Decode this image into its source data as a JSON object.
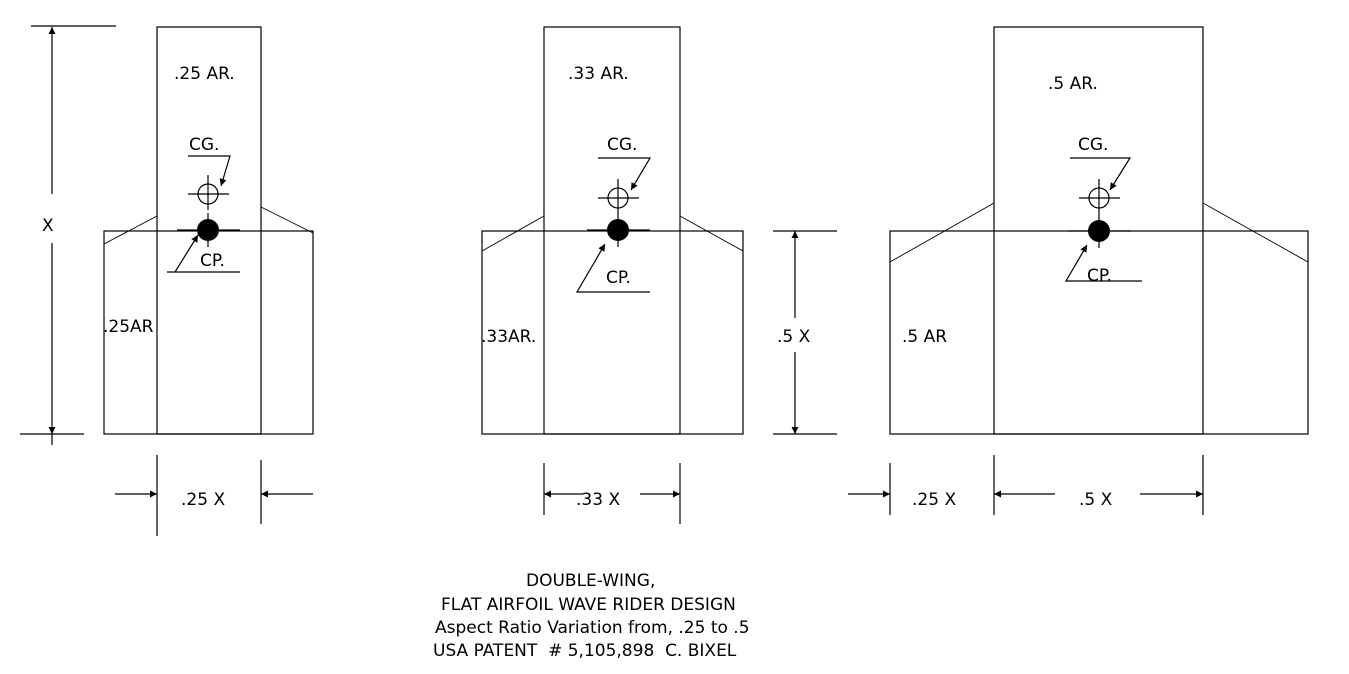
{
  "wings": [
    {
      "fuselage_label": ".25 AR.",
      "wing_label": ".25AR",
      "cg_label": "CG.",
      "cp_label": "CP.",
      "width_label": ".25 X"
    },
    {
      "fuselage_label": ".33 AR.",
      "wing_label": ".33AR.",
      "cg_label": "CG.",
      "cp_label": "CP.",
      "width_label": ".33 X"
    },
    {
      "fuselage_label": ".5 AR.",
      "wing_label": ".5 AR",
      "cg_label": "CG.",
      "cp_label": "CP.",
      "width_label": ".5 X",
      "side_width_label": ".25 X"
    }
  ],
  "height_label": "X",
  "wing_height_label": ".5 X",
  "title": {
    "line1": "DOUBLE-WING,",
    "line2": "FLAT AIRFOIL WAVE RIDER DESIGN",
    "line3": "Aspect Ratio Variation from, .25 to .5",
    "line4": "USA PATENT  # 5,105,898  C. BIXEL"
  }
}
